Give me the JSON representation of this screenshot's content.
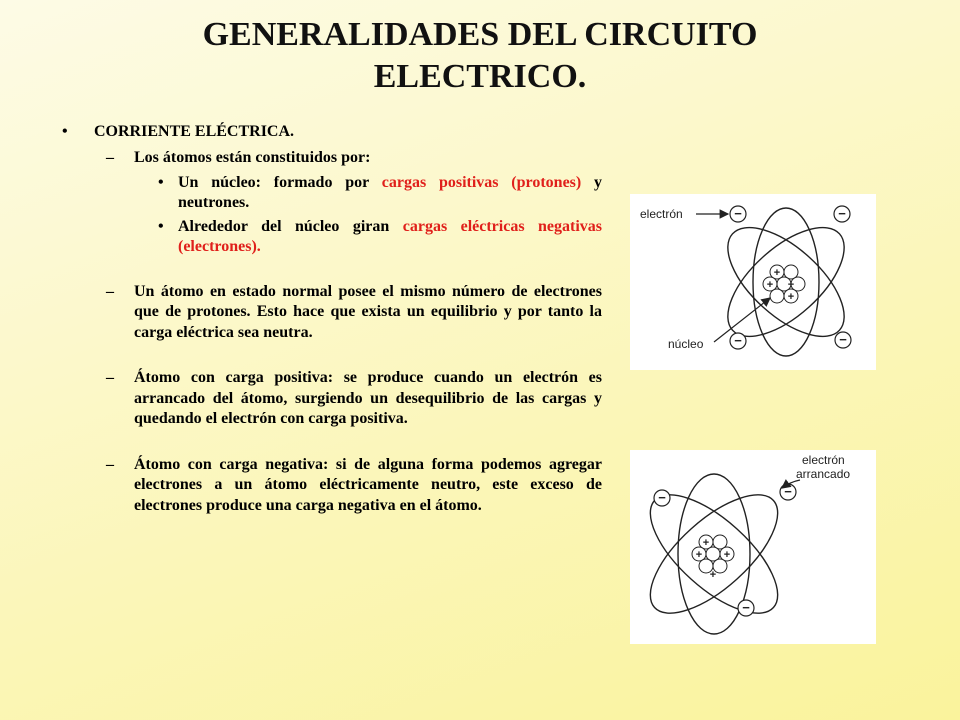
{
  "title": {
    "line1": "GENERALIDADES DEL CIRCUITO",
    "line2": "ELECTRICO."
  },
  "bullets": {
    "l1_bullet": "•",
    "l2_bullet": "–",
    "l3_bullet": "•"
  },
  "content": {
    "heading": "CORRIENTE ELÉCTRICA.",
    "atoms_intro": "Los átomos están constituidos por:",
    "nucleus": {
      "pre": "Un núcleo: formado por ",
      "highlight": "cargas positivas (protones)",
      "post": " y neutrones."
    },
    "electrons": {
      "pre": "Alrededor del núcleo giran ",
      "highlight": "cargas eléctricas negativas (electrones)."
    },
    "normal_atom": "Un átomo en estado normal posee el mismo número de electrones que de protones. Esto hace que exista un equilibrio y por tanto la carga eléctrica sea neutra.",
    "positive_atom": "Átomo con carga positiva: se produce cuando un electrón es arrancado del átomo, surgiendo un desequilibrio de las cargas y quedando el electrón con carga positiva.",
    "negative_atom": "Átomo con carga negativa: si de alguna forma podemos agregar electrones a un átomo eléctricamente neutro, este exceso de electrones produce una carga negativa en el átomo."
  },
  "diagram1": {
    "electron_label": "electrón",
    "nucleus_label": "núcleo",
    "plus": "+",
    "minus": "−"
  },
  "diagram2": {
    "removed_label_1": "electrón",
    "removed_label_2": "arrancado",
    "plus": "+",
    "minus": "−"
  },
  "colors": {
    "highlight_red": "#e0201b",
    "background": "#fbf6b8"
  }
}
